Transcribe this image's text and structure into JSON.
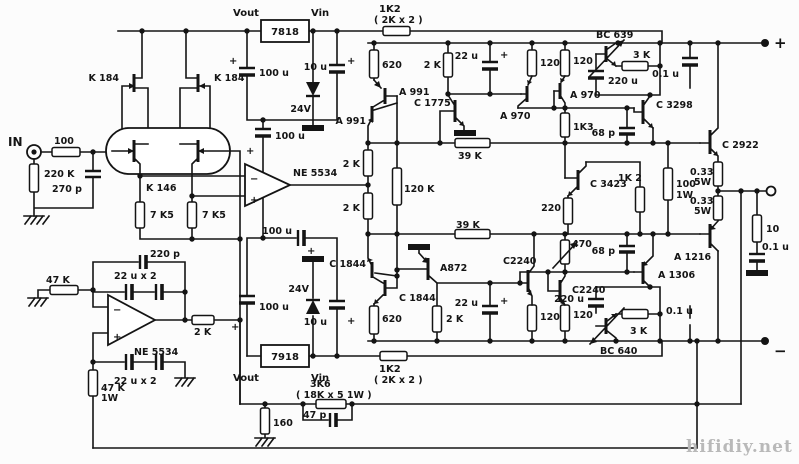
{
  "diagram": {
    "kind": "audio power amplifier circuit schematic",
    "background": "#fcfcfc",
    "line_color": "#141414",
    "watermark": "hifidiy.net",
    "watermark_color": "#b9b9b9"
  },
  "terminals": {
    "input": "IN",
    "plus": "+",
    "minus": "−",
    "plus_mark": "+"
  },
  "opamp": {
    "minus": "−",
    "plus": "+"
  },
  "labels": {
    "r100": "100",
    "r220k": "220 K",
    "c270p": "270 p",
    "k184_l": "K 184",
    "k184_r": "K 184",
    "k146": "K 146",
    "r7k5_l": "7 K5",
    "r7k5_r": "7 K5",
    "vout_pos": "Vout",
    "vin_pos": "Vin",
    "reg_pos": "7818",
    "c100u_a": "100 u",
    "c10u_pos": "10 u",
    "z24_pos": "24V",
    "c100u_b": "100 u",
    "r1k2_top": "1K2",
    "r1k2_top_sub": "( 2K x 2 )",
    "opamp1": "NE 5534",
    "r2k_fb_top": "2 K",
    "r2k_fb_bot": "2 K",
    "r620_top": "620",
    "a991_a": "A 991",
    "a991_b": "A 991",
    "c1775": "C 1775",
    "r2k_vas": "2 K",
    "c22u_top": "22 u",
    "r120_t1": "120",
    "r120_t2": "120",
    "a970_a": "A 970",
    "a970_b": "A 970",
    "bc639": "BC 639",
    "r3k_top": "3 K",
    "c220u_top": "220 u",
    "c01u_top": "0.1 u",
    "c3298": "C 3298",
    "r1k3": "1K3",
    "c68p_top": "68 p",
    "r39k_top": "39 K",
    "r120k": "120 K",
    "r39k_bot": "39 K",
    "c3423": "C 3423",
    "r220": "220",
    "r1k2_bias": "1K 2",
    "r100w": "100",
    "r100w_sub": "1W",
    "c2922": "C 2922",
    "r033_t": "0.33",
    "r033_t_sub": "5W",
    "r033_b": "0.33",
    "r033_b_sub": "5W",
    "r470": "470",
    "c68p_bot": "68 p",
    "a1306": "A 1306",
    "a1216": "A 1216",
    "c220u_bot": "220 u",
    "r3k_bot": "3 K",
    "bc640": "BC 640",
    "c01u_bot": "0.1 u",
    "r10": "10",
    "c01u_out": "0.1 u",
    "c1844_a": "C 1844",
    "c1844_b": "C 1844",
    "a872": "A872",
    "r620_bot": "620",
    "r2k_low": "2 K",
    "c22u_bot": "22 u",
    "c2240_a": "C2240",
    "c2240_b": "C2240",
    "r120_b1": "120",
    "r120_b2": "120",
    "vout_neg": "Vout",
    "vin_neg": "Vin",
    "reg_neg": "7918",
    "c100u_c": "100 u",
    "c10u_neg": "10 u",
    "z24_neg": "24V",
    "c100u_d": "100 u",
    "r1k2_bot": "1K2",
    "r1k2_bot_sub": "( 2K x 2 )",
    "r47k": "47 K",
    "c220p": "220 p",
    "c22ux2_a": "22 u x 2",
    "opamp2": "NE 5534",
    "r2k_servo": "2 K",
    "c22ux2_b": "22 u x 2",
    "r47k1w": "47 K",
    "r47k1w_sub": "1W",
    "r160": "160",
    "r3k6": "3K6",
    "r3k6_sub": "( 18K x 5 1W )",
    "c47p": "47 p"
  }
}
